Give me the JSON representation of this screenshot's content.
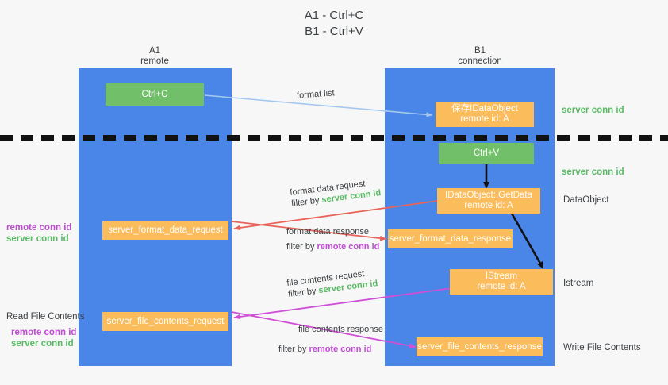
{
  "title": "A1 - Ctrl+C\nB1 - Ctrl+V",
  "columns": {
    "left": {
      "name": "A1",
      "sub": "remote"
    },
    "right": {
      "name": "B1",
      "sub": "connection"
    }
  },
  "boxes": {
    "ctrl_c": "Ctrl+C",
    "ctrl_v": "Ctrl+V",
    "save_idataobject": {
      "line1": "保存IDataObject",
      "line2": "remote id: A"
    },
    "getdata": {
      "line1": "IDataObject::GetData",
      "line2": "remote id: A"
    },
    "istream": {
      "line1": "IStream",
      "line2": "remote id: A"
    },
    "server_format_data_request": "server_format_data_request",
    "server_format_data_response": "server_format_data_response",
    "server_file_contents_request": "server_file_contents_request",
    "server_file_contents_response": "server_file_contents_response"
  },
  "edges": {
    "format_list": "format list",
    "format_data_request": "format data request",
    "format_data_request_filter_prefix": "filter by ",
    "format_data_request_filter_tag": "server conn id",
    "format_data_response": "format data response",
    "format_data_response_filter_prefix": "filter by ",
    "format_data_response_filter_tag": "remote conn id",
    "file_contents_request": "file contents request",
    "file_contents_request_filter_prefix": "filter by ",
    "file_contents_request_filter_tag": "server conn id",
    "file_contents_response": "file contents response",
    "file_contents_response_filter_prefix": "filter by ",
    "file_contents_response_filter_tag": "remote conn id"
  },
  "side_labels": {
    "server_conn_id_top": "server conn id",
    "server_conn_id_mid": "server conn id",
    "dataobject": "DataObject",
    "istream": "Istream",
    "write_file_contents": "Write File Contents",
    "read_file_contents": "Read File Contents",
    "remote_conn_id_left_mid": "remote conn id",
    "server_conn_id_left_mid": "server conn id",
    "remote_conn_id_left_bottom": "remote conn id",
    "server_conn_id_left_bottom": "server conn id"
  },
  "colors": {
    "lane": "#4a86e8",
    "green_box": "#72bf6a",
    "orange_box": "#fbbc5b",
    "green_text": "#57bb63",
    "magenta_text": "#c14bd4",
    "arrow_blue": "#a5c7ef",
    "arrow_red": "#e8645a",
    "arrow_magenta": "#cf4fd6",
    "arrow_black": "#111111",
    "background": "#f7f7f7"
  }
}
